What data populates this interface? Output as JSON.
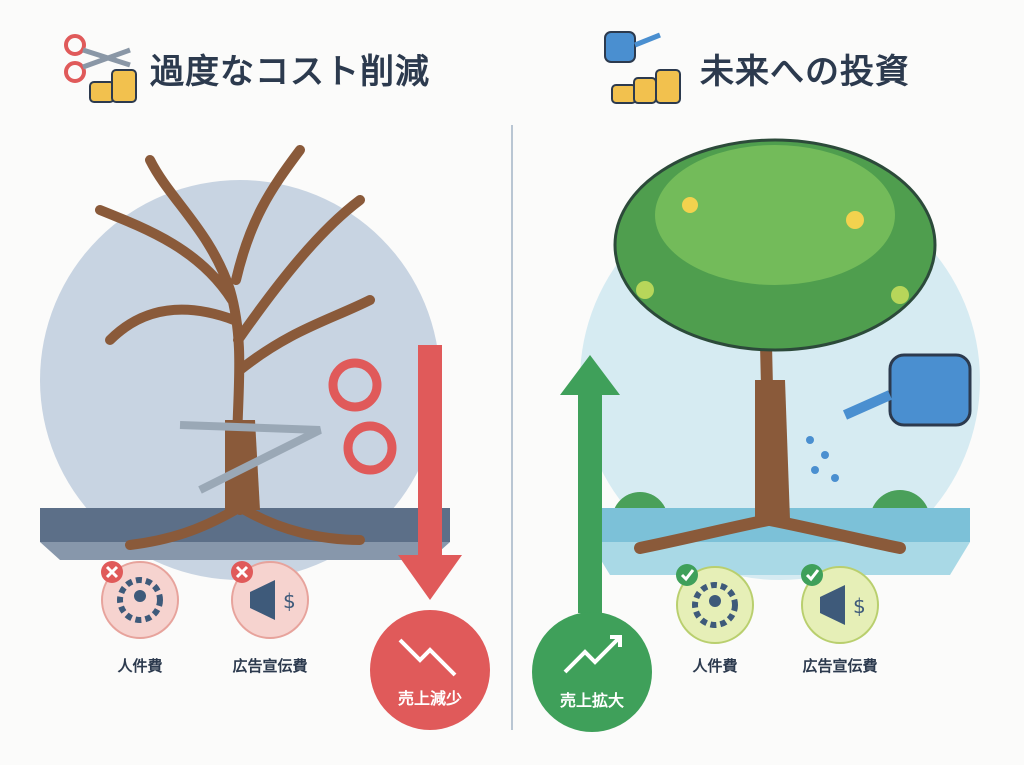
{
  "left": {
    "title": "過度なコスト削減",
    "icons": [
      "scissors-icon",
      "coins-icon"
    ],
    "items": [
      {
        "label": "人件費",
        "icon": "gear-person-icon",
        "status": "x-mark"
      },
      {
        "label": "広告宣伝費",
        "icon": "megaphone-icon",
        "status": "x-mark"
      }
    ],
    "result": "売上減少",
    "color": "#e05a5a"
  },
  "right": {
    "title": "未来への投資",
    "icons": [
      "watering-can-icon",
      "coins-icon"
    ],
    "items": [
      {
        "label": "人件費",
        "icon": "gear-person-icon",
        "status": "check-mark"
      },
      {
        "label": "広告宣伝費",
        "icon": "megaphone-icon",
        "status": "check-mark"
      }
    ],
    "result": "売上拡大",
    "color": "#3fa05a"
  }
}
